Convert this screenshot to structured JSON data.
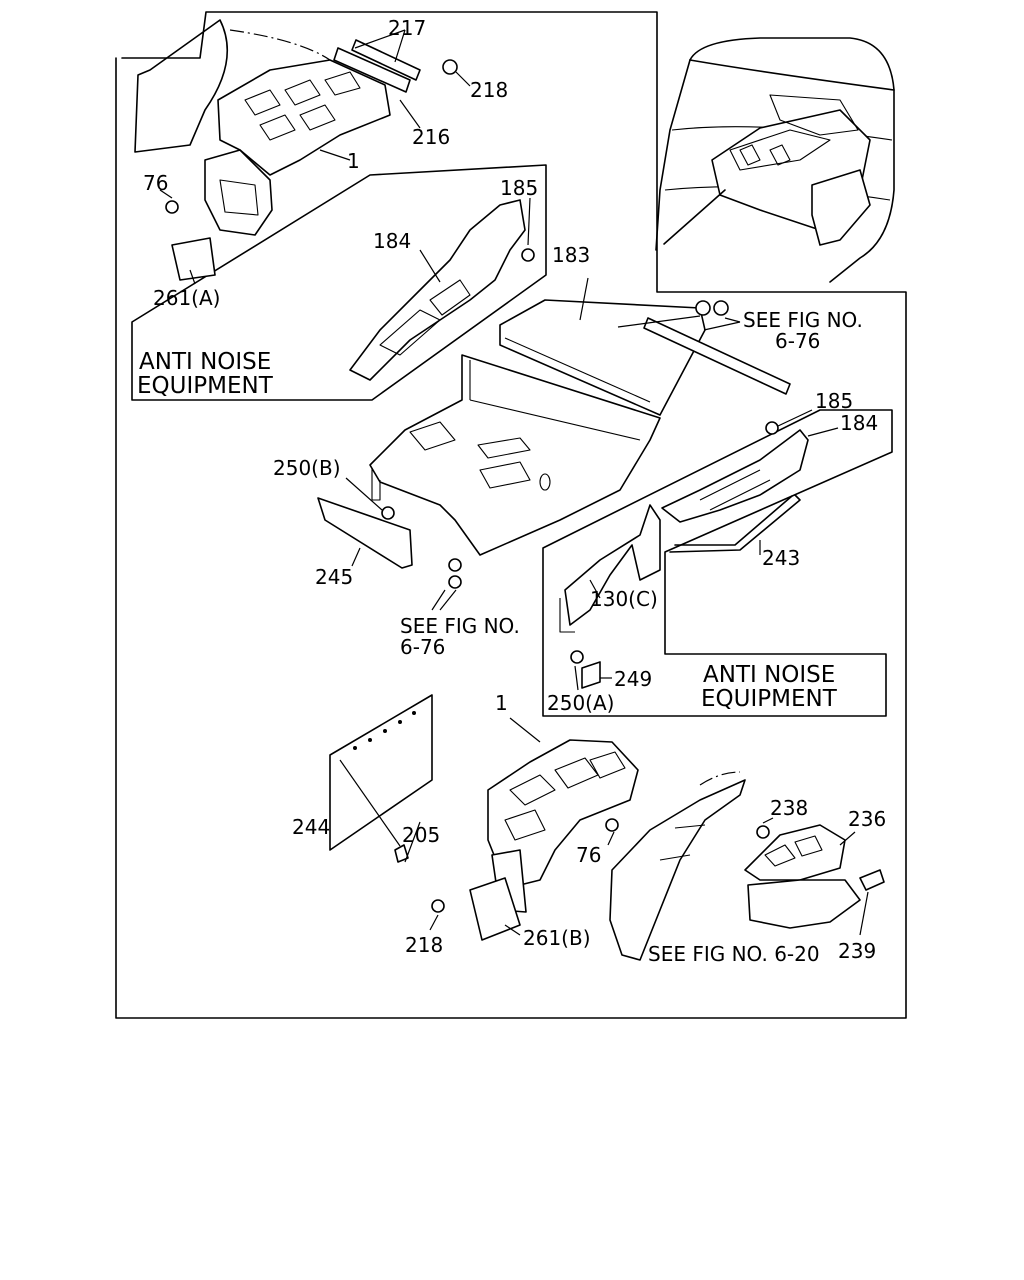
{
  "callouts": {
    "c217": "217",
    "c218_top": "218",
    "c216": "216",
    "c1_top": "1",
    "c76_top": "76",
    "c261a": "261(A)",
    "c185_left": "185",
    "c184_left": "184",
    "c183": "183",
    "c185_right": "185",
    "c184_right": "184",
    "c250b": "250(B)",
    "c245": "245",
    "c243": "243",
    "c130c": "130(C)",
    "c249": "249",
    "c250a": "250(A)",
    "c1_bottom": "1",
    "c244": "244",
    "c205": "205",
    "c76_bottom": "76",
    "c238": "238",
    "c236": "236",
    "c218_bottom": "218",
    "c261b": "261(B)",
    "c239": "239"
  },
  "notes": {
    "see_fig_top_l1": "SEE FIG NO.",
    "see_fig_top_l2": "6-76",
    "see_fig_mid_l1": "SEE FIG NO.",
    "see_fig_mid_l2": "6-76",
    "see_fig_bottom": "SEE FIG NO. 6-20"
  },
  "boxes": {
    "anti_noise_left_l1": "ANTI NOISE",
    "anti_noise_left_l2": "EQUIPMENT",
    "anti_noise_right_l1": "ANTI NOISE",
    "anti_noise_right_l2": "EQUIPMENT"
  }
}
